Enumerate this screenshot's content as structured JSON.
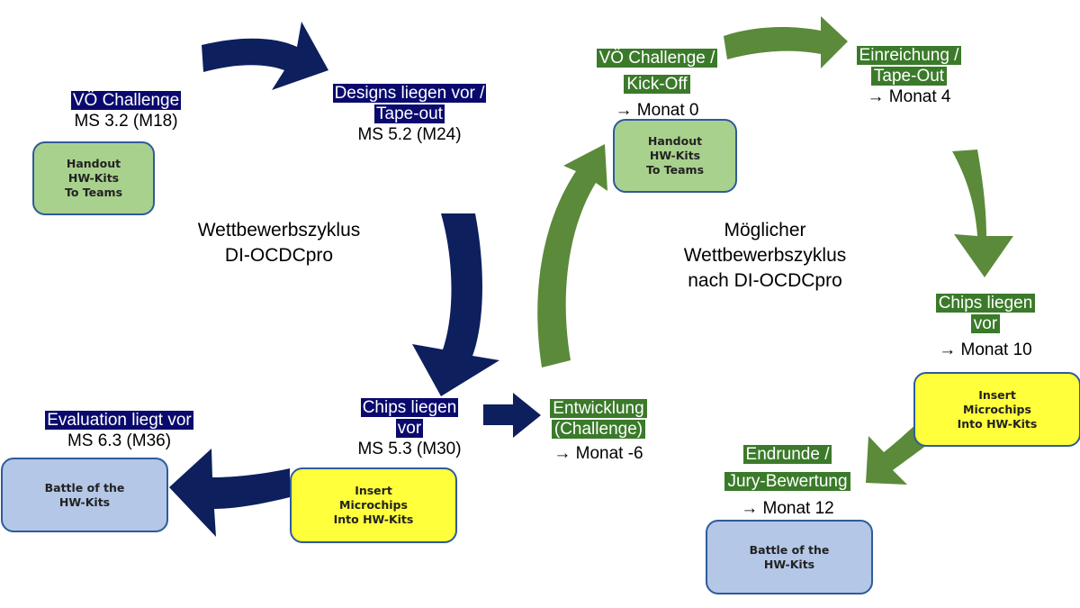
{
  "colors": {
    "navy": "#0a0a6e",
    "green": "#3b7a2a",
    "arrow_navy": "#0d1f5c",
    "arrow_green": "#5b8a3a",
    "box_green": "#a9d18e",
    "box_yellow": "#ffff3c",
    "box_blue": "#b4c7e7",
    "box_border": "#2e5b9a"
  },
  "left_cycle": {
    "title": [
      "Wettbewerbszyklus",
      "DI-OCDCpro"
    ],
    "vo_challenge": {
      "label": "VÖ Challenge",
      "ms": "MS 3.2 (M18)"
    },
    "designs": {
      "label": [
        "Designs liegen vor /",
        "Tape-out"
      ],
      "ms": "MS 5.2 (M24)"
    },
    "chips": {
      "label": [
        "Chips liegen",
        "vor"
      ],
      "ms": "MS 5.3 (M30)"
    },
    "evaluation": {
      "label": "Evaluation liegt vor",
      "ms": "MS 6.3 (M36)"
    },
    "box_handout": [
      "Handout",
      "HW-Kits",
      "To Teams"
    ],
    "box_insert": [
      "Insert",
      "Microchips",
      "Into HW-Kits"
    ],
    "box_battle": [
      "Battle of the",
      "HW-Kits"
    ]
  },
  "right_cycle": {
    "title": [
      "Möglicher",
      "Wettbewerbszyklus",
      "nach DI-OCDCpro"
    ],
    "vo_kickoff": {
      "label": [
        "VÖ Challenge /",
        "Kick-Off"
      ],
      "month": "→ Monat  0"
    },
    "einreichung": {
      "label": [
        "Einreichung /",
        "Tape-Out"
      ],
      "month": "→ Monat 4"
    },
    "chips": {
      "label": [
        "Chips liegen",
        "vor"
      ],
      "month": "→ Monat 10"
    },
    "endrunde": {
      "label": [
        "Endrunde /",
        "Jury-Bewertung"
      ],
      "month": "→ Monat 12"
    },
    "entwicklung": {
      "label": [
        "Entwicklung",
        "(Challenge)"
      ],
      "month": "→ Monat -6"
    },
    "box_handout": [
      "Handout",
      "HW-Kits",
      "To Teams"
    ],
    "box_insert": [
      "Insert",
      "Microchips",
      "Into HW-Kits"
    ],
    "box_battle": [
      "Battle of the",
      "HW-Kits"
    ]
  }
}
